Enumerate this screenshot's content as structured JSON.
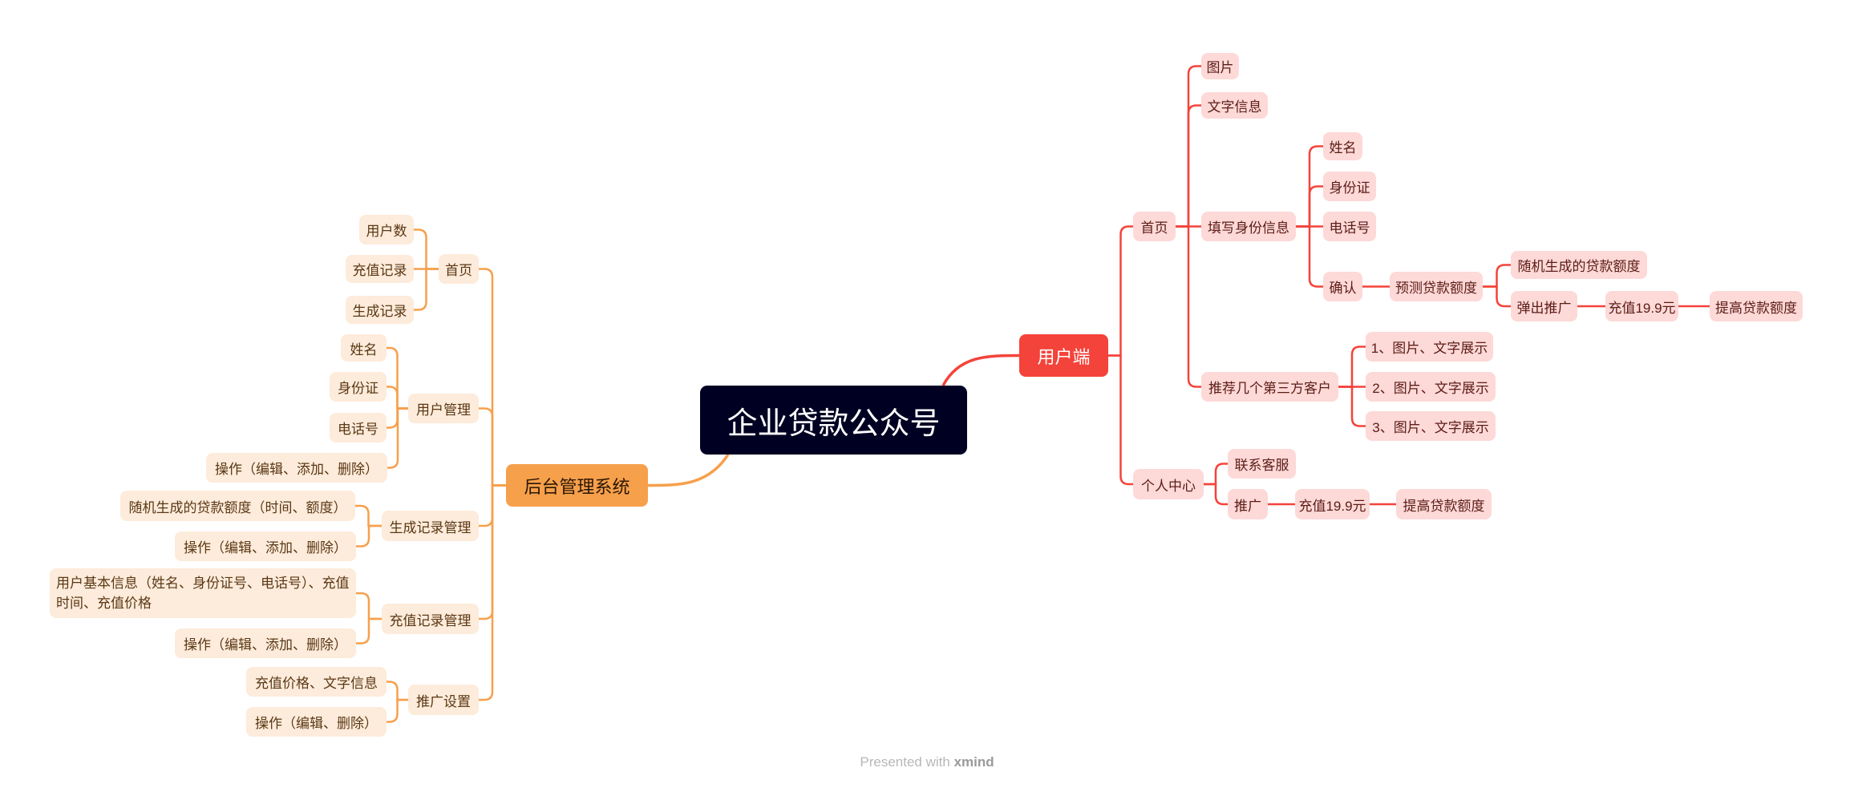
{
  "title": "企业贷款公众号",
  "user_side": {
    "label": "用户端",
    "home": {
      "label": "首页",
      "image": "图片",
      "text_info": "文字信息",
      "fill_identity": {
        "label": "填写身份信息",
        "name": "姓名",
        "id_card": "身份证",
        "phone": "电话号",
        "confirm": {
          "label": "确认",
          "predict": {
            "label": "预测贷款额度",
            "random": "随机生成的贷款额度",
            "popup": {
              "label": "弹出推广",
              "recharge": "充值19.9元",
              "raise": "提高贷款额度"
            }
          }
        }
      },
      "recommend": {
        "label": "推荐几个第三方客户",
        "items": [
          "1、图片、文字展示",
          "2、图片、文字展示",
          "3、图片、文字展示"
        ]
      }
    },
    "personal": {
      "label": "个人中心",
      "contact": "联系客服",
      "promo": {
        "label": "推广",
        "recharge": "充值19.9元",
        "raise": "提高贷款额度"
      }
    }
  },
  "admin": {
    "label": "后台管理系统",
    "home": {
      "label": "首页",
      "items": [
        "用户数",
        "充值记录",
        "生成记录"
      ]
    },
    "user_mgmt": {
      "label": "用户管理",
      "items": [
        "姓名",
        "身份证",
        "电话号",
        "操作（编辑、添加、删除）"
      ]
    },
    "gen_mgmt": {
      "label": "生成记录管理",
      "items": [
        "随机生成的贷款额度（时间、额度）",
        "操作（编辑、添加、删除）"
      ]
    },
    "recharge_mgmt": {
      "label": "充值记录管理",
      "items": [
        "用户基本信息（姓名、身份证号、电话号）、充值时间、充值价格",
        "操作（编辑、添加、删除）"
      ]
    },
    "promo_settings": {
      "label": "推广设置",
      "items": [
        "充值价格、文字信息",
        "操作（编辑、删除）"
      ]
    }
  },
  "footer": {
    "prefix": "Presented with",
    "brand": "xmind"
  },
  "colors": {
    "center": "#000022",
    "user_branch": "#f4433a",
    "admin_branch": "#f6a04c",
    "user_node": "#fdd9d7",
    "admin_node": "#fdebdb"
  }
}
